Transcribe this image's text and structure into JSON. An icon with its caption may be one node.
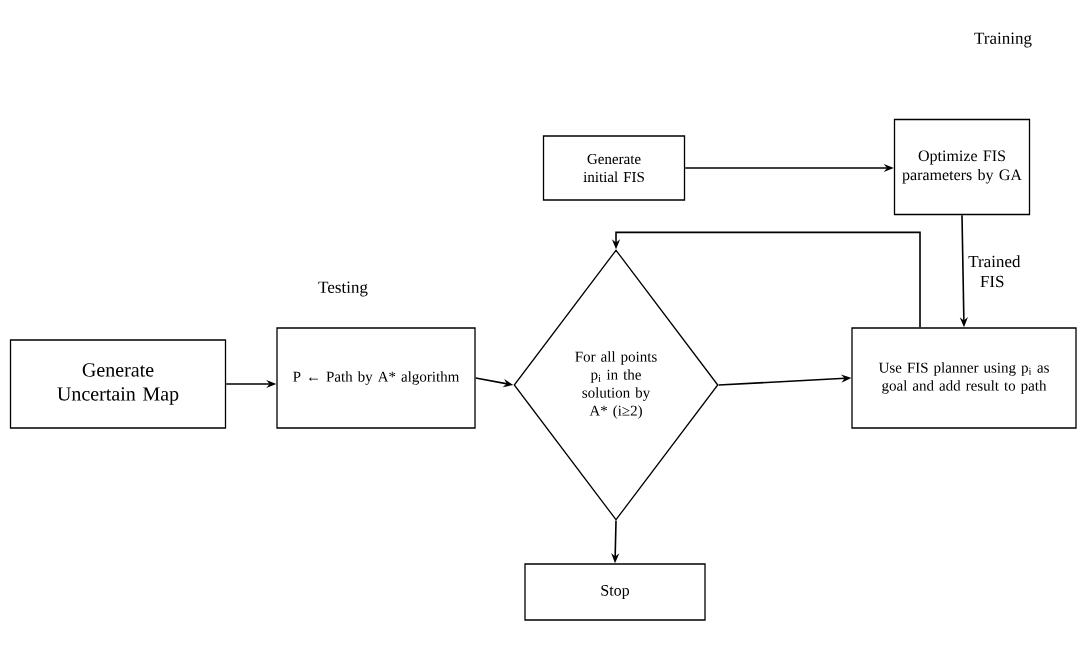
{
  "diagram": {
    "nodes": [
      {
        "text": [
          "Generate initial FIS"
        ]
      },
      {
        "text": [
          "Optimize FIS parameters by GA"
        ]
      },
      {
        "text": [
          "Generate Uncertain Map"
        ]
      },
      {
        "text": [
          "P ← Path by A* algorithm"
        ]
      },
      {
        "text": [
          "For all points p$_{i}$ in the solution by A* (i≥2)"
        ]
      },
      {
        "text": [
          "Use FIS planner using p$_{i}$ as goal and add result to path"
        ]
      },
      {
        "text": [
          "Stop"
        ]
      }
    ],
    "edges": [
      {
        "from": 0,
        "to": 1,
        "arrow": "to"
      },
      {
        "from": 1,
        "to": 5,
        "arrow": "to",
        "label": "Trained FIS"
      },
      {
        "from": 2,
        "to": 3,
        "arrow": "to"
      },
      {
        "from": 3,
        "to": 4,
        "arrow": "to"
      },
      {
        "from": 4,
        "to": 5,
        "arrow": "to"
      },
      {
        "from": 5,
        "to": 4,
        "arrow": "to"
      },
      {
        "from": 4,
        "to": 6,
        "arrow": "to"
      }
    ],
    "labels": [
      "Training",
      "Testing"
    ]
  }
}
